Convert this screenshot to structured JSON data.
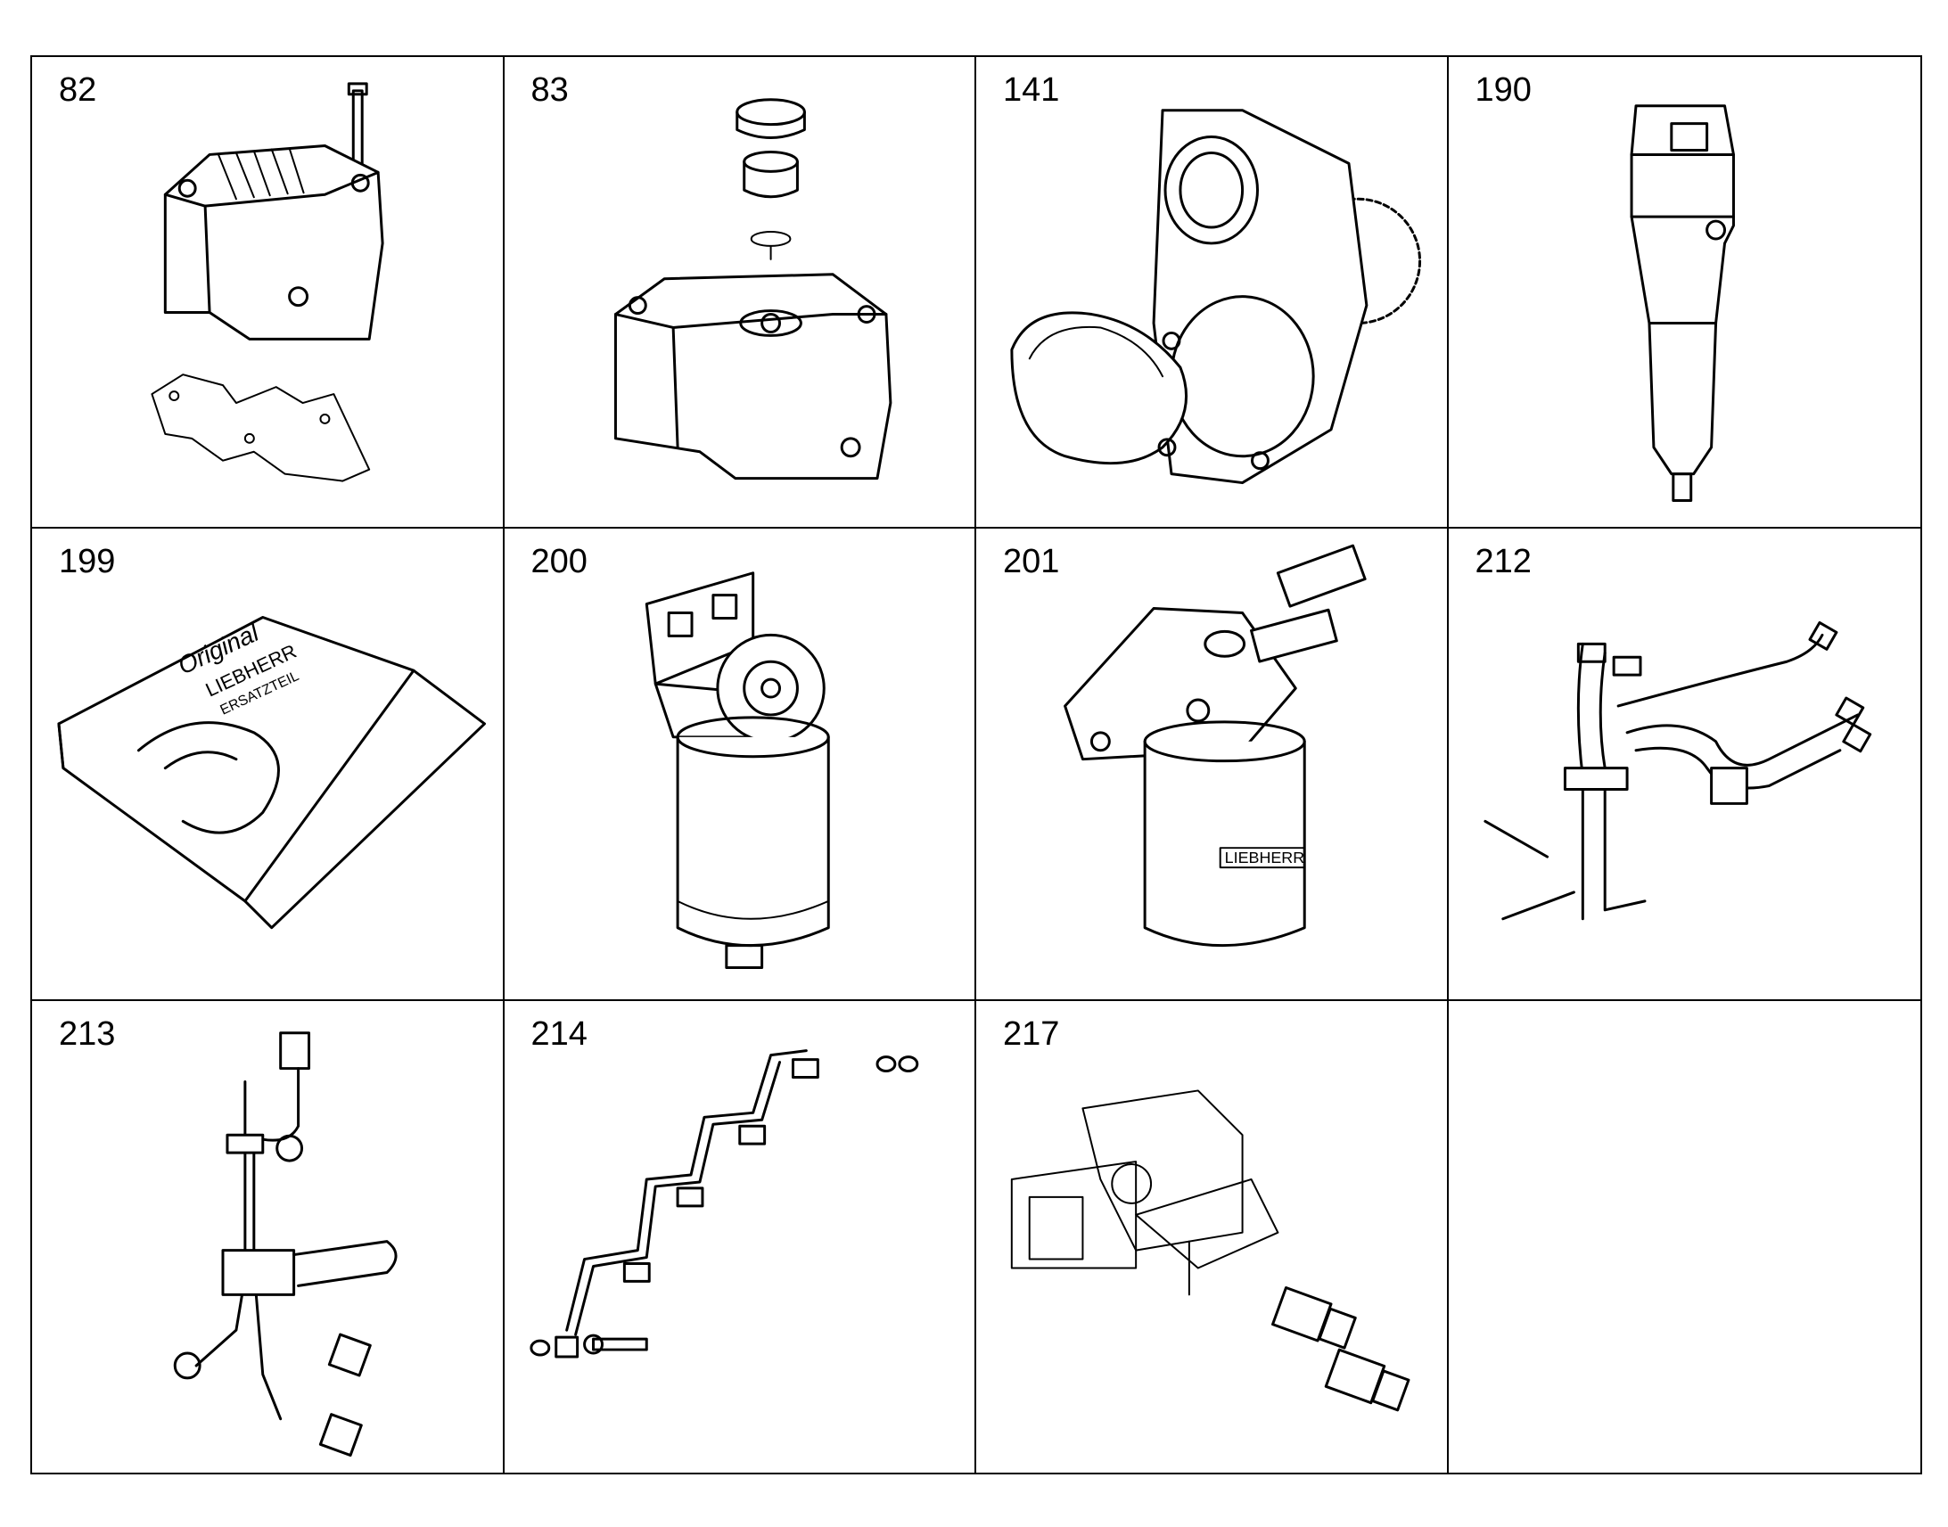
{
  "cells": [
    {
      "number": "82",
      "part": "cylinder-head-cover-with-gasket"
    },
    {
      "number": "83",
      "part": "cylinder-head-cover-with-filler-cap"
    },
    {
      "number": "141",
      "part": "gear-pump-housing"
    },
    {
      "number": "190",
      "part": "injector-nozzle"
    },
    {
      "number": "199",
      "part": "gasket-kit-box"
    },
    {
      "number": "200",
      "part": "fuel-filter-assembly"
    },
    {
      "number": "201",
      "part": "fuel-filter-with-housing"
    },
    {
      "number": "212",
      "part": "fuel-line-set"
    },
    {
      "number": "213",
      "part": "fuel-line-bracket"
    },
    {
      "number": "214",
      "part": "injection-line-rail"
    },
    {
      "number": "217",
      "part": "fitting-adapters"
    },
    {
      "number": "",
      "part": "empty"
    }
  ],
  "labels": {
    "box_text_1": "Original",
    "box_text_2": "LIEBHERR",
    "box_text_3": "ERSATZTEIL",
    "filter_brand": "LIEBHERR"
  }
}
